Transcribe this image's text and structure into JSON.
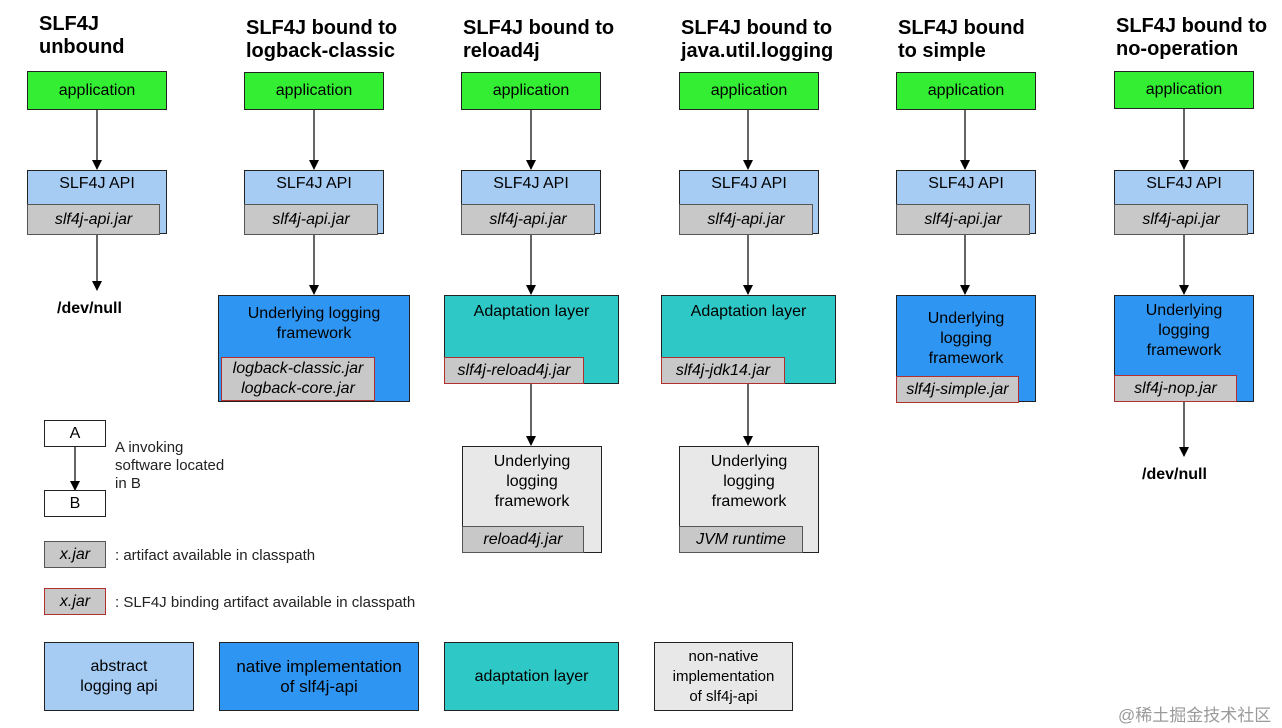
{
  "columns": [
    {
      "title": "SLF4J\nunbound",
      "app": "application",
      "api": "SLF4J API",
      "api_jar": "slf4j-api.jar",
      "end": "/dev/null"
    },
    {
      "title": "SLF4J bound to\nlogback-classic",
      "app": "application",
      "api": "SLF4J API",
      "api_jar": "slf4j-api.jar",
      "impl": "Underlying logging\nframework",
      "impl_jar": "logback-classic.jar\nlogback-core.jar"
    },
    {
      "title": "SLF4J bound to\nreload4j",
      "app": "application",
      "api": "SLF4J API",
      "api_jar": "slf4j-api.jar",
      "adapt": "Adaptation layer",
      "adapt_jar": "slf4j-reload4j.jar",
      "impl": "Underlying\nlogging\nframework",
      "impl_jar": "reload4j.jar"
    },
    {
      "title": "SLF4J bound to\njava.util.logging",
      "app": "application",
      "api": "SLF4J API",
      "api_jar": "slf4j-api.jar",
      "adapt": "Adaptation layer",
      "adapt_jar": "slf4j-jdk14.jar",
      "impl": "Underlying\nlogging\nframework",
      "impl_jar": "JVM runtime"
    },
    {
      "title": "SLF4J bound\nto simple",
      "app": "application",
      "api": "SLF4J API",
      "api_jar": "slf4j-api.jar",
      "impl": "Underlying\nlogging\nframework",
      "impl_jar": "slf4j-simple.jar"
    },
    {
      "title": "SLF4J bound to\nno-operation",
      "app": "application",
      "api": "SLF4J API",
      "api_jar": "slf4j-api.jar",
      "impl": "Underlying\nlogging\nframework",
      "impl_jar": "slf4j-nop.jar",
      "end": "/dev/null"
    }
  ],
  "legend": {
    "a": "A",
    "b": "B",
    "invoke_text": "A invoking\nsoftware located\nin B",
    "jar_sample": "x.jar",
    "jar_text": ": artifact available in classpath",
    "binding_sample": "x.jar",
    "binding_text": ": SLF4J binding artifact available in classpath",
    "abstract": "abstract\nlogging api",
    "native": "native implementation\nof slf4j-api",
    "adaptation": "adaptation layer",
    "nonnative": "non-native\nimplementation\nof slf4j-api"
  },
  "colors": {
    "application": "#33ee33",
    "abstract_api": "#a6ccf4",
    "native": "#2f95f2",
    "adaptation": "#2ec8c6",
    "nonnative": "#e8e8e8",
    "jar": "#c8c8c8",
    "binding_border": "#b03030"
  },
  "watermark": "@稀土掘金技术社区"
}
